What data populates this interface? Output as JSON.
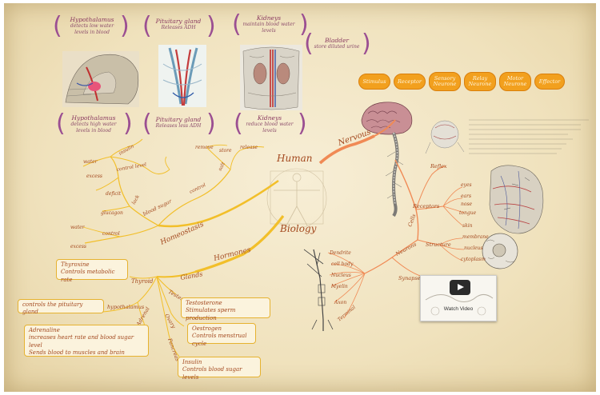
{
  "title_lines": [
    "Human",
    "Biology"
  ],
  "branches": {
    "nervous": "Nervous",
    "homeostasis": "Homeostasis",
    "hormones": "Hormones",
    "glands": "Glands"
  },
  "homeostasis": {
    "blood_sugar": "blood sugar",
    "deficit": "deficit",
    "excess": "excess",
    "water": "water",
    "control_level": "control level",
    "insulin": "insulin",
    "glucagon": "glucagon",
    "lack": "lack",
    "control_top": "control",
    "salt": "salt",
    "control_left": "control",
    "excess_left": "excess",
    "water_left": "water",
    "remove": "remove",
    "store": "store",
    "release": "release"
  },
  "glands": {
    "thyroid": "Thyroid",
    "thyroid_note": [
      "Thyroxine",
      "Controls metabolic rate"
    ],
    "hypothalamus": "hypothalamus",
    "hypothalamus_note": "controls the pituitary gland",
    "adrenal": "Adrenal",
    "adrenal_note": [
      "Adrenaline",
      "increases heart rate and blood sugar level",
      "Sends blood to muscles and brain"
    ],
    "testes": "Testes",
    "testes_note": [
      "Testosterone",
      "Stimulates sperm production"
    ],
    "ovary": "Ovary",
    "ovary_note": [
      "Oestrogen",
      "Controls menstrual cycle"
    ],
    "pancreas": "Pancreas",
    "pancreas_note": [
      "Insulin",
      "Controls blood sugar levels"
    ]
  },
  "nervous": {
    "reflex": "Reflex",
    "receptors": "Receptors",
    "eyes": "eyes",
    "ears": "ears",
    "nose": "nose",
    "tongue": "tongue",
    "skin": "skin",
    "cells": "Cells",
    "structure": "Structure",
    "membrane": "membrane",
    "nucleus": "nucleus",
    "cytoplasm": "cytoplasm",
    "neurons": "Neurons",
    "synapses": "Synapses",
    "video": "video",
    "watch_video": "Watch Video",
    "dendrites": "Dendrite",
    "cell_body": "cell body",
    "axon": "Axon",
    "myelin": "Myelin",
    "nucleus_n": "Nucleus",
    "terminal": "Terminal"
  },
  "reflex_pills": [
    "Stimulus",
    "Receptor",
    "Sensory Neurone",
    "Relay Neurone",
    "Motor Neurone",
    "Effector"
  ],
  "top_notes": [
    {
      "title": "Hypothalamus",
      "body": "detects low water levels in blood"
    },
    {
      "title": "Pituitary gland",
      "body": "Releases ADH"
    },
    {
      "title": "Kidneys",
      "body": "maintain blood water levels"
    },
    {
      "title": "Bladder",
      "body": "store diluted urine"
    },
    {
      "title": "Hypothalamus",
      "body": "detects high water levels in blood"
    },
    {
      "title": "Pituitary gland",
      "body": "Releases less ADH"
    },
    {
      "title": "Kidneys",
      "body": "reduce blood water levels"
    }
  ],
  "colors": {
    "paper": "#f3e7c8",
    "branch_yellow": "#f2bf2a",
    "branch_orange": "#f08a55",
    "pill": "#f2a01e",
    "note_purple": "#9b4f92",
    "text_red": "#a3481e"
  }
}
